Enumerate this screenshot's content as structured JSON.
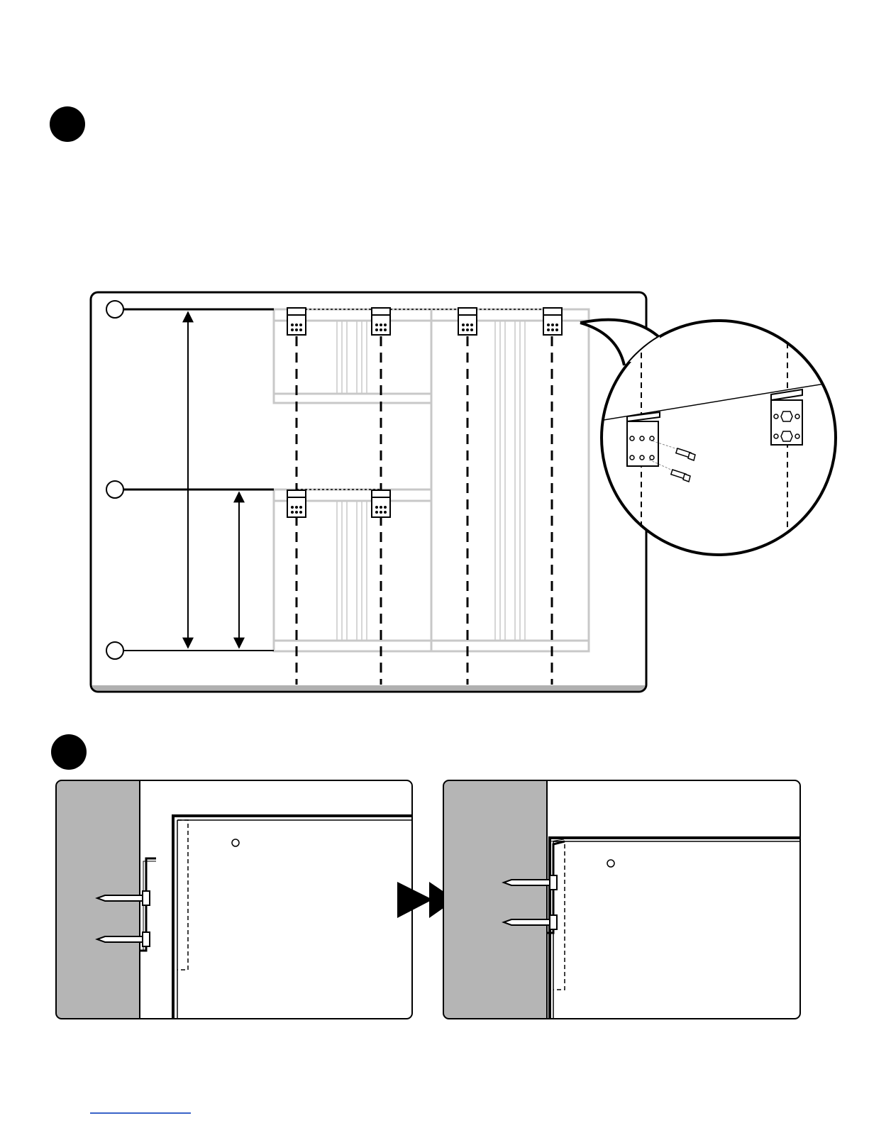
{
  "document": {
    "type": "assembly-instruction-page",
    "steps": [
      {
        "id": "step-1",
        "marker": "filled-circle",
        "label": ""
      },
      {
        "id": "step-2",
        "marker": "filled-circle",
        "label": ""
      }
    ],
    "step1": {
      "hang_points": 3,
      "upper_row_brackets": 4,
      "lower_row_brackets": 2,
      "callout": "bracket-detail-zoom"
    },
    "step2": {
      "left_panel": "bracket-screwed-to-wall",
      "right_panel": "cabinet-hung-on-bracket",
      "transition_icon": "double-arrow-right-icon"
    },
    "colors": {
      "ink": "#000000",
      "wall": "#b5b5b5",
      "ghost_cabinet": "#c8c8c8",
      "floor": "#b0b0b0",
      "link": "#3a64c8"
    }
  }
}
